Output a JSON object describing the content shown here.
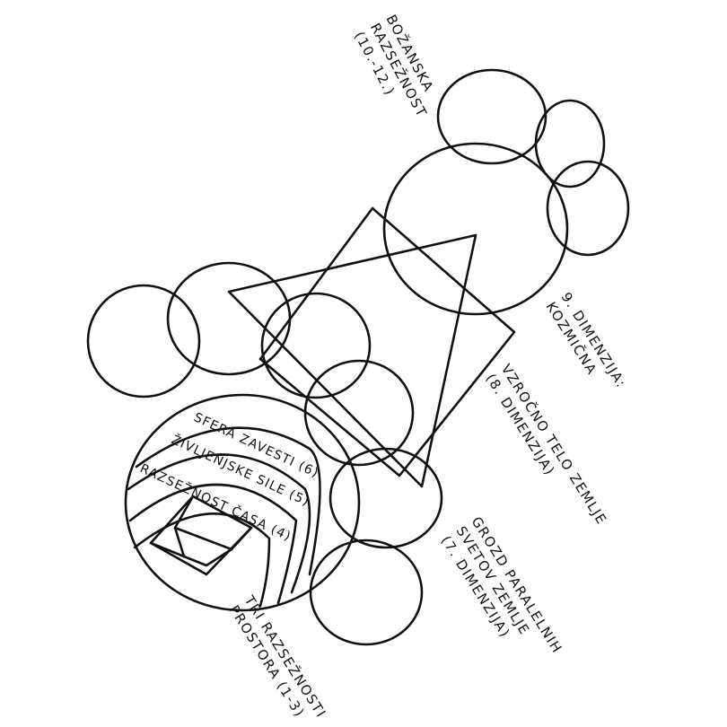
{
  "labels": {
    "divine": [
      "BOŽANSKA",
      "RAZSEŽNOST",
      "(10.-12.)"
    ],
    "cosmic": [
      "9. DIMENZIJA:",
      "KOZMIČNA"
    ],
    "source": [
      "VZROČNO TELO ZEMLJE",
      "(8. DIMENZIJA)"
    ],
    "parallel": [
      "GROZD PARALELNIH",
      "SVETOV ZEMLJE",
      "(7. DIMENZIJA)"
    ],
    "space": [
      "TRI RAZSEŽNOSTI",
      "PROSTORA (1-3)"
    ],
    "sphere_bands": [
      "SFERA ZAVESTI (6)",
      "ŽIVLJENJSKE SILE (5)",
      "RAZSEŽNOST ČASA (4)"
    ]
  }
}
